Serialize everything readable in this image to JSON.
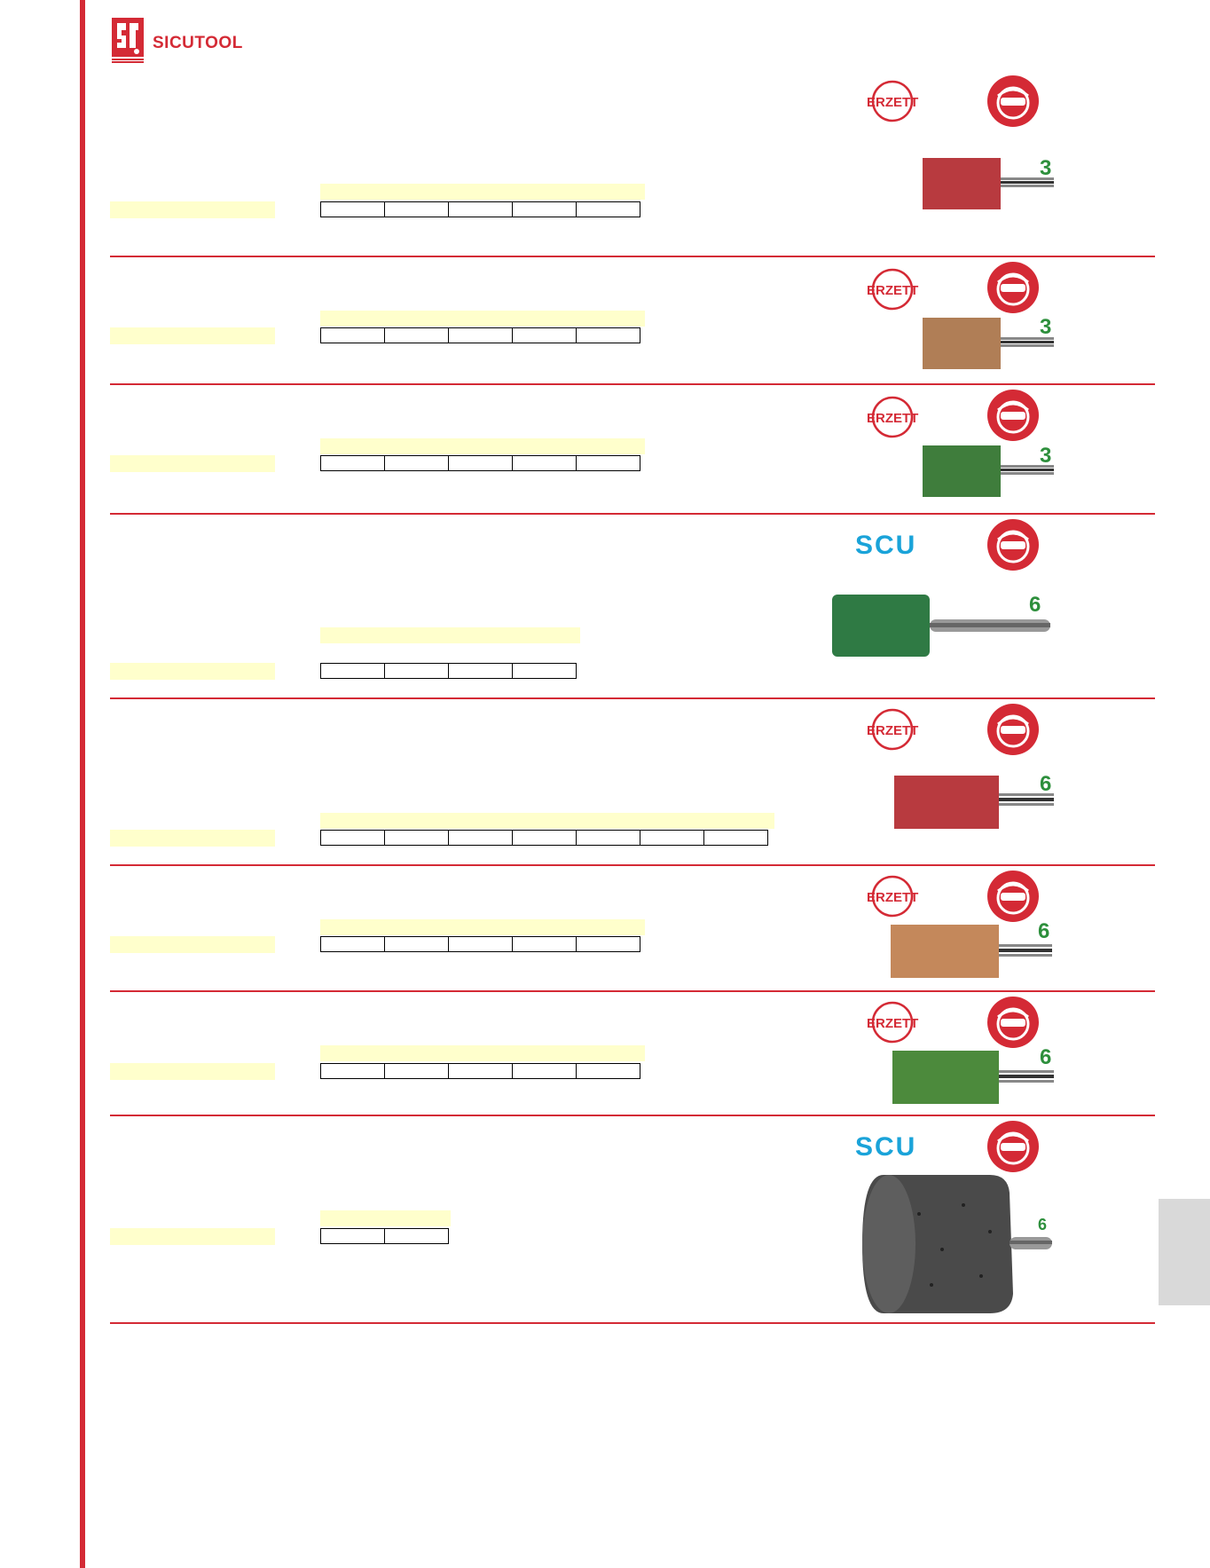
{
  "brand": {
    "name": "SICUTOOL",
    "small_print": "SICUTOOL"
  },
  "colors": {
    "brand_red": "#d42a35",
    "table_yellow": "#ffffcc",
    "shank_green": "#2d8f3c",
    "scu_blue": "#1aa3d9"
  },
  "logos": {
    "erzett": "ERZETT",
    "scu": "SCU"
  },
  "icons": {
    "safety": "safety-goggles-icon"
  },
  "sections": [
    {
      "logo": "erzett",
      "shank": "3",
      "tool_color": "red",
      "columns": 5
    },
    {
      "logo": "erzett",
      "shank": "3",
      "tool_color": "brown",
      "columns": 5
    },
    {
      "logo": "erzett",
      "shank": "3",
      "tool_color": "green",
      "columns": 5
    },
    {
      "logo": "scu",
      "shank": "6",
      "tool_color": "dark-green",
      "columns": 4
    },
    {
      "logo": "erzett",
      "shank": "6",
      "tool_color": "red",
      "columns": 7
    },
    {
      "logo": "erzett",
      "shank": "6",
      "tool_color": "brown",
      "columns": 5
    },
    {
      "logo": "erzett",
      "shank": "6",
      "tool_color": "green",
      "columns": 5
    },
    {
      "logo": "scu",
      "shank": "6",
      "tool_color": "grey",
      "columns": 2
    }
  ]
}
